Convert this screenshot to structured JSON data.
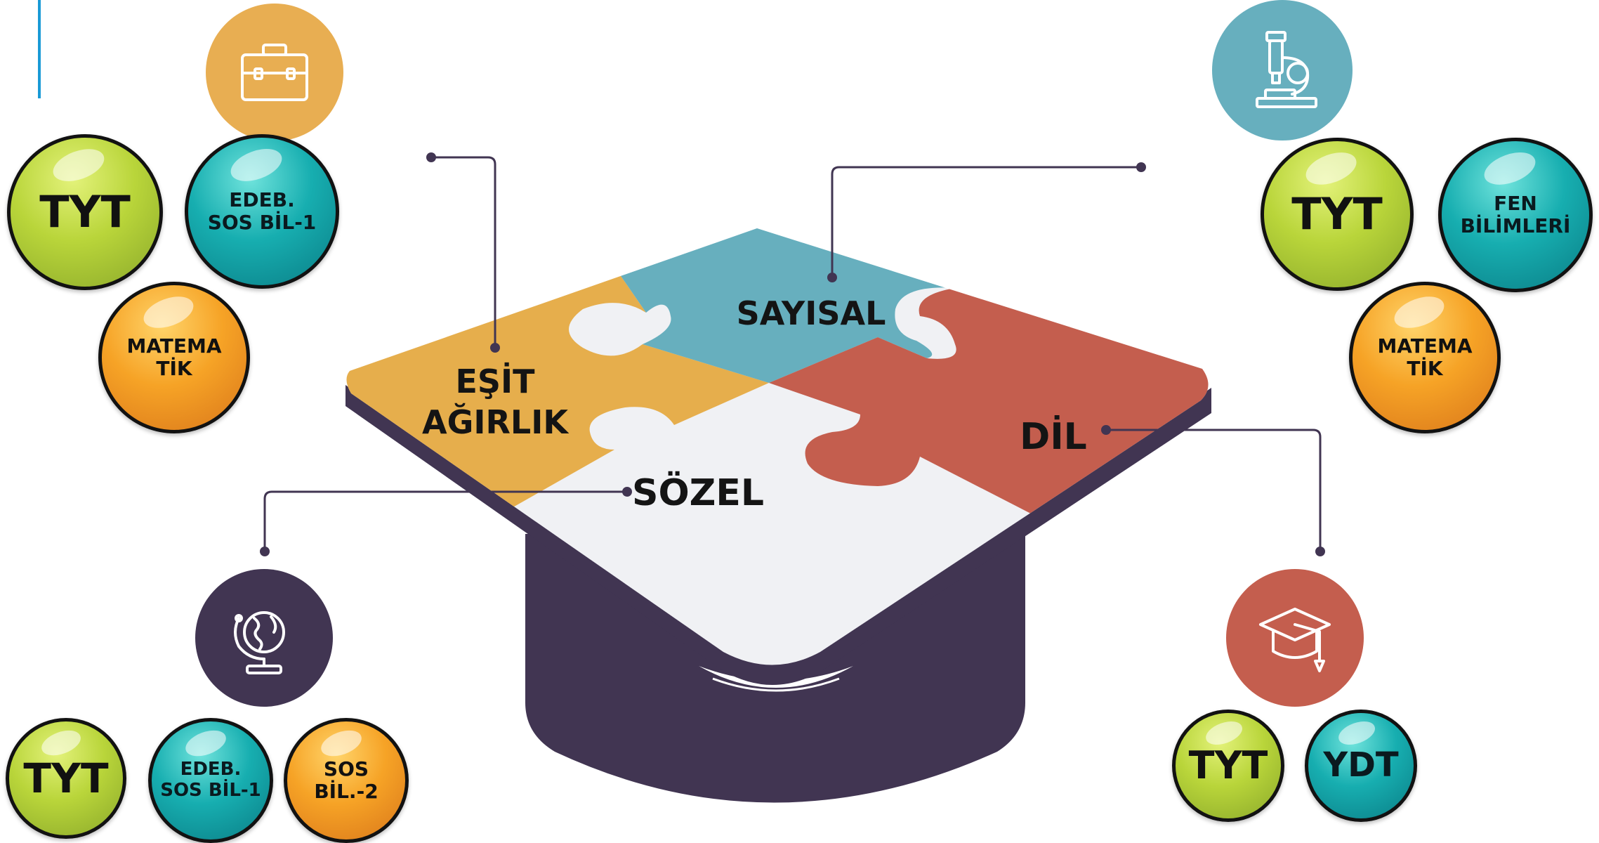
{
  "colors": {
    "lime": "#b9d53a",
    "teal": "#17aeb0",
    "orange": "#f6a326",
    "puzzle_yellow": "#e6ae4c",
    "puzzle_blue": "#67afbe",
    "puzzle_red": "#c45e4e",
    "puzzle_white": "#f0f1f4",
    "cap_dark": "#413552",
    "icon_yellow": "#e8ae52",
    "icon_blue": "#67afbe",
    "icon_dark": "#413552",
    "icon_red": "#c45e4e",
    "accent_line": "#1a9ad6"
  },
  "puzzle": {
    "sayisal": "SAYISAL",
    "esit_agirlik": [
      "EŞİT",
      "AĞIRLIK"
    ],
    "sozel": "SÖZEL",
    "dil": "DİL"
  },
  "groups": {
    "esit_agirlik": {
      "icon": "briefcase-icon",
      "tyt": "TYT",
      "subject1": [
        "EDEB.",
        "SOS BİL-1"
      ],
      "subject2": [
        "MATEMA",
        "TİK"
      ]
    },
    "sayisal": {
      "icon": "microscope-icon",
      "tyt": "TYT",
      "subject1": [
        "FEN",
        "BİLİMLERİ"
      ],
      "subject2": [
        "MATEMA",
        "TİK"
      ]
    },
    "sozel": {
      "icon": "globe-icon",
      "tyt": "TYT",
      "subject1": [
        "EDEB.",
        "SOS BİL-1"
      ],
      "subject2": [
        "SOS",
        "BİL.-2"
      ]
    },
    "dil": {
      "icon": "graduation-cap-icon",
      "tyt": "TYT",
      "subject1": "YDT"
    }
  }
}
